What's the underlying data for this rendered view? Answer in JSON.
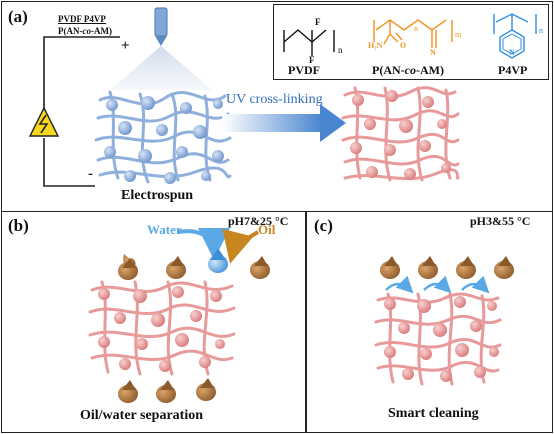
{
  "panel_a": {
    "label": "(a)",
    "material_line1": "PVDF P4VP",
    "material_line2_pre": "P(AN-",
    "material_line2_co": "co",
    "material_line2_post": "-AM)",
    "plus_sign": "+",
    "minus_sign": "-",
    "process_label": "Electrospun",
    "arrow_label": "UV cross-linking",
    "legend": {
      "pvdf": "PVDF",
      "pan_pre": "P(AN-",
      "pan_co": "co",
      "pan_post": "-AM)",
      "p4vp": "P4VP",
      "sub_n": "n",
      "sub_m": "m",
      "atom_f": "F",
      "atom_nh2": "H₂N",
      "atom_o": "O",
      "atom_n": "N"
    }
  },
  "panel_b": {
    "label": "(b)",
    "condition": "pH7&25 °C",
    "water_label": "Water",
    "oil_label": "Oil",
    "caption": "Oil/water separation"
  },
  "panel_c": {
    "label": "(c)",
    "condition": "pH3&55 °C",
    "caption": "Smart cleaning"
  },
  "colors": {
    "blue_fiber": "#8fb0dd",
    "pink_fiber": "#e89a9a",
    "arrow_blue": "#4a86d0",
    "oil_brown": "#b07a3e",
    "water_blue": "#5aa9e6",
    "pan_orange": "#f2921f",
    "p4vp_blue": "#2f8fe0",
    "hazard_yellow": "#f7d81b"
  }
}
